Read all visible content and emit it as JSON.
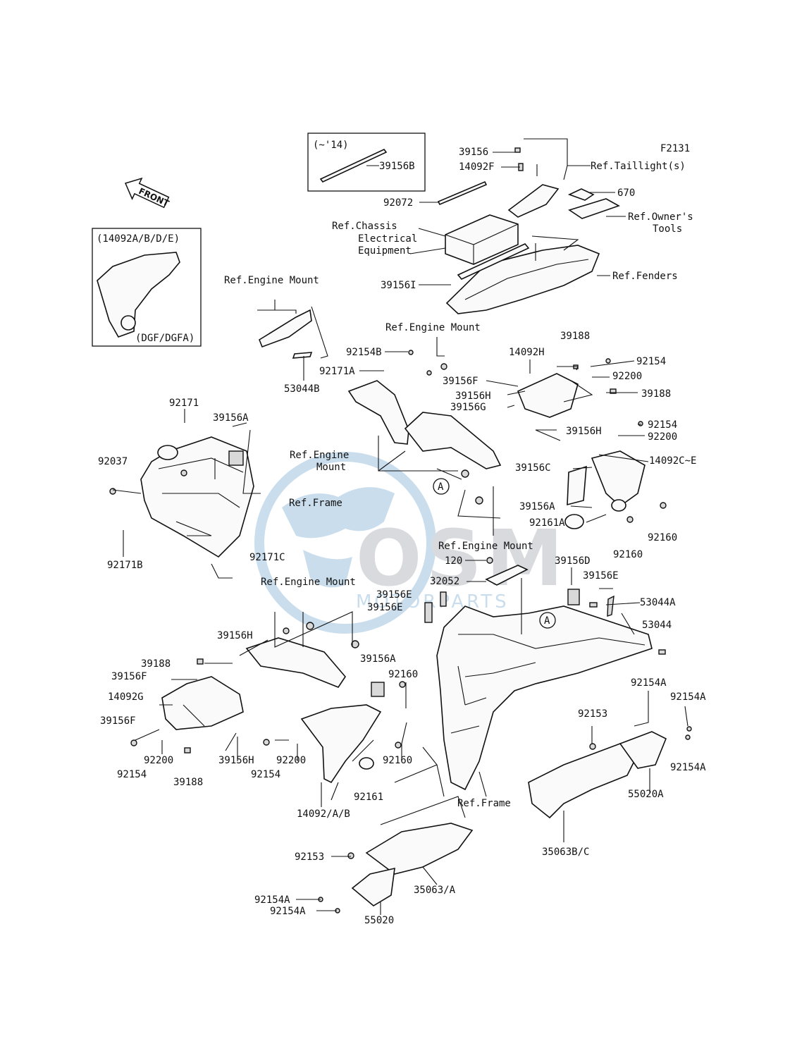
{
  "diagram": {
    "code": "F2131",
    "watermark_main": "OSM",
    "watermark_sub": "MOTORPARTS",
    "front_arrow": "FRONT",
    "inset_14_title": "(~'14)",
    "inset_14_part": "39156B",
    "inset_side_title": "(14092A/B/D/E)",
    "inset_side_note": "(DGF/DGFA)",
    "callout_a": "A",
    "labels": [
      "39156",
      "14092F",
      "Ref.Taillight(s)",
      "670",
      "Ref.Owner's",
      "Tools",
      "92072",
      "Ref.Chassis",
      "Electrical",
      "Equipment",
      "Ref.Fenders",
      "39156I",
      "Ref.Engine Mount",
      "53044B",
      "Ref.Engine Mount",
      "92154B",
      "92171A",
      "14092H",
      "39188",
      "92154",
      "92200",
      "39156F",
      "39156H",
      "39156G",
      "39188",
      "39156H",
      "92154",
      "92200",
      "14092C~E",
      "92171",
      "39156A",
      "92037",
      "Ref.Engine",
      "Mount",
      "39156C",
      "Ref.Frame",
      "39156A",
      "92161A",
      "92160",
      "92160",
      "92171B",
      "92171C",
      "Ref.Engine Mount",
      "120",
      "32052",
      "39156D",
      "39156E",
      "53044A",
      "39156E",
      "39156E",
      "Ref.Engine Mount",
      "53044",
      "39156H",
      "39188",
      "39156F",
      "14092G",
      "39156F",
      "39156A",
      "92160",
      "92154A",
      "92154A",
      "92153",
      "92200",
      "92154",
      "39188",
      "39156H",
      "92200",
      "92154",
      "92160",
      "92161",
      "14092/A/B",
      "92154A",
      "Ref.Frame",
      "55020A",
      "35063B/C",
      "92153",
      "92154A",
      "92154A",
      "35063/A",
      "55020"
    ]
  },
  "colors": {
    "ink": "#111111",
    "watermark": "#9ec3e0",
    "watermark_dark": "#b9bcc4"
  }
}
